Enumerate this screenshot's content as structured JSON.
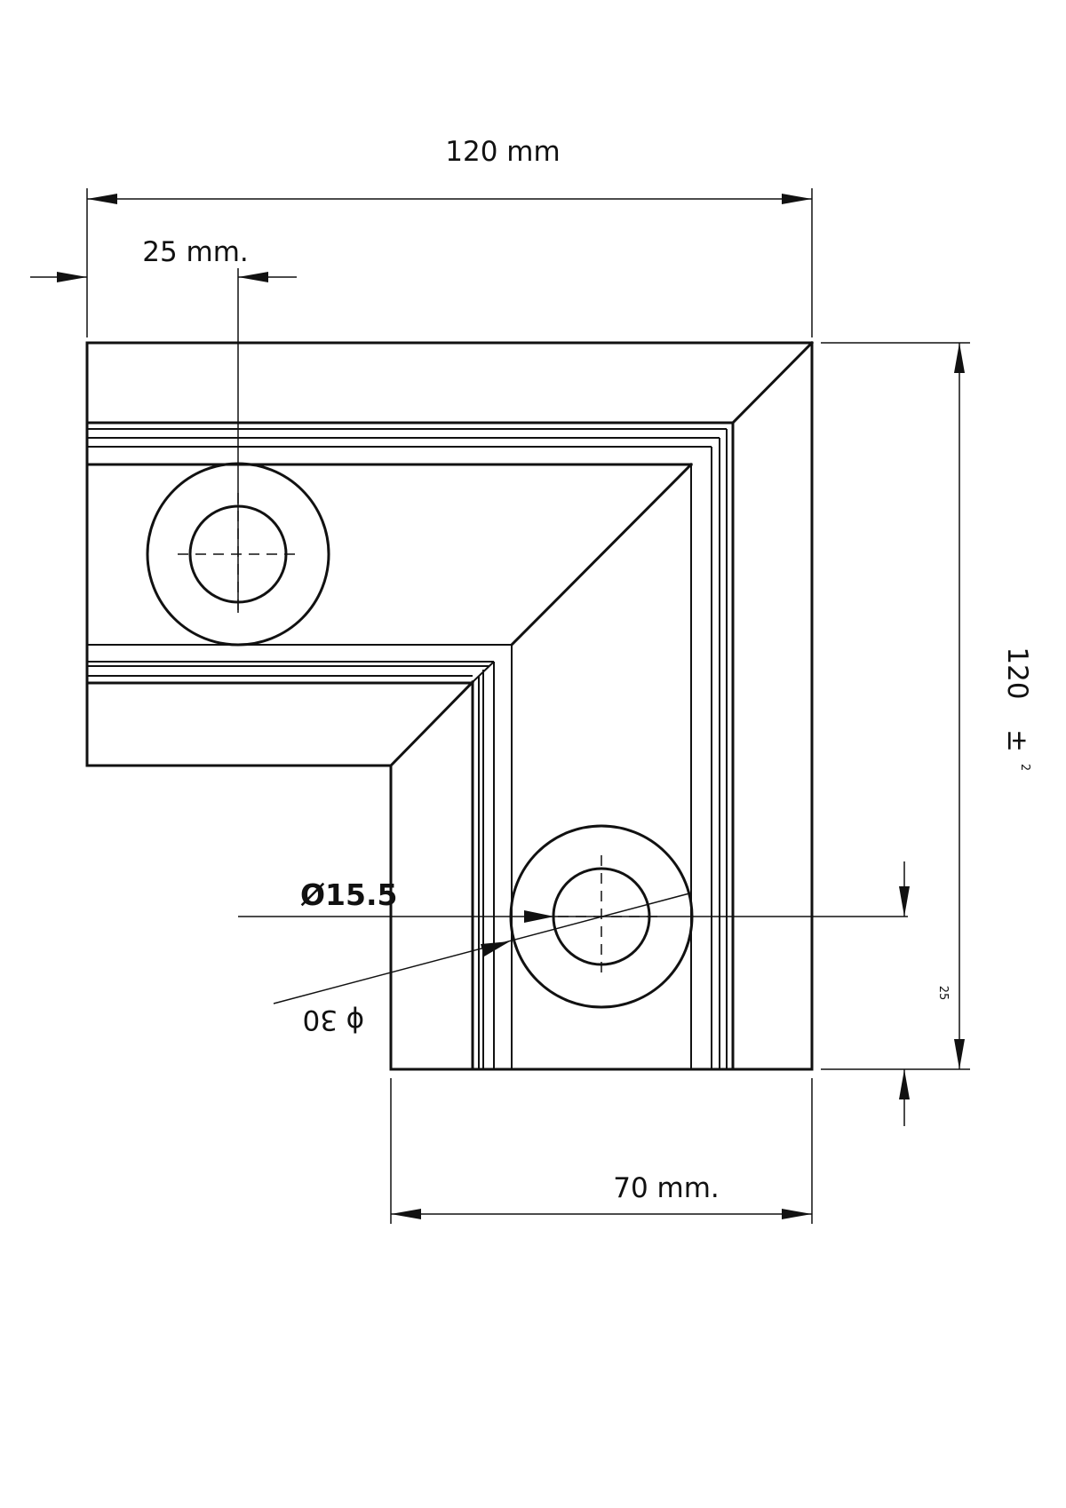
{
  "drawing": {
    "overall_width_label": "120 mm",
    "hole_offset_label": "25 mm.",
    "overall_height_label": "120",
    "tolerance_sign": "±",
    "tolerance_value": "2",
    "hole_inner_diameter_label": "Ø15.5",
    "hole_outer_symbol": "ϕ",
    "hole_outer_value": "30",
    "hole_vertical_offset_label": "25",
    "leg_width_label": "70 mm."
  }
}
